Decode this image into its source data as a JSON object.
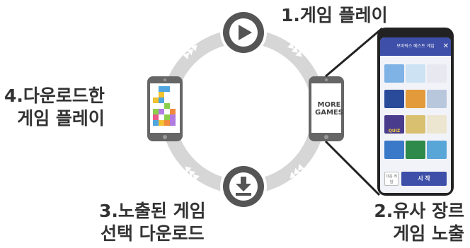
{
  "steps": [
    {
      "label": "1.게임 플레이"
    },
    {
      "label_line1": "2.유사 장르",
      "label_line2": "게임 노출"
    },
    {
      "label_line1": "3.노출된 게임",
      "label_line2": "선택 다운로드"
    },
    {
      "label_line1": "4.다운로드한",
      "label_line2": "게임 플레이"
    }
  ],
  "phone": {
    "screen_text_line1": "MORE",
    "screen_text_line2": "GAMES"
  },
  "popup": {
    "header": "모비릭스 베스트 게임",
    "close_glyph": "✕",
    "thumb_captions": [
      "QUIZ"
    ],
    "small_button": "다운 게임",
    "start_button": "시 작"
  },
  "icons": {
    "play": "play-icon",
    "download": "download-icon"
  },
  "colors": {
    "ring": "#d4d4d4",
    "badge": "#555555",
    "text": "#333333",
    "popup_header": "#3d4fa8"
  }
}
